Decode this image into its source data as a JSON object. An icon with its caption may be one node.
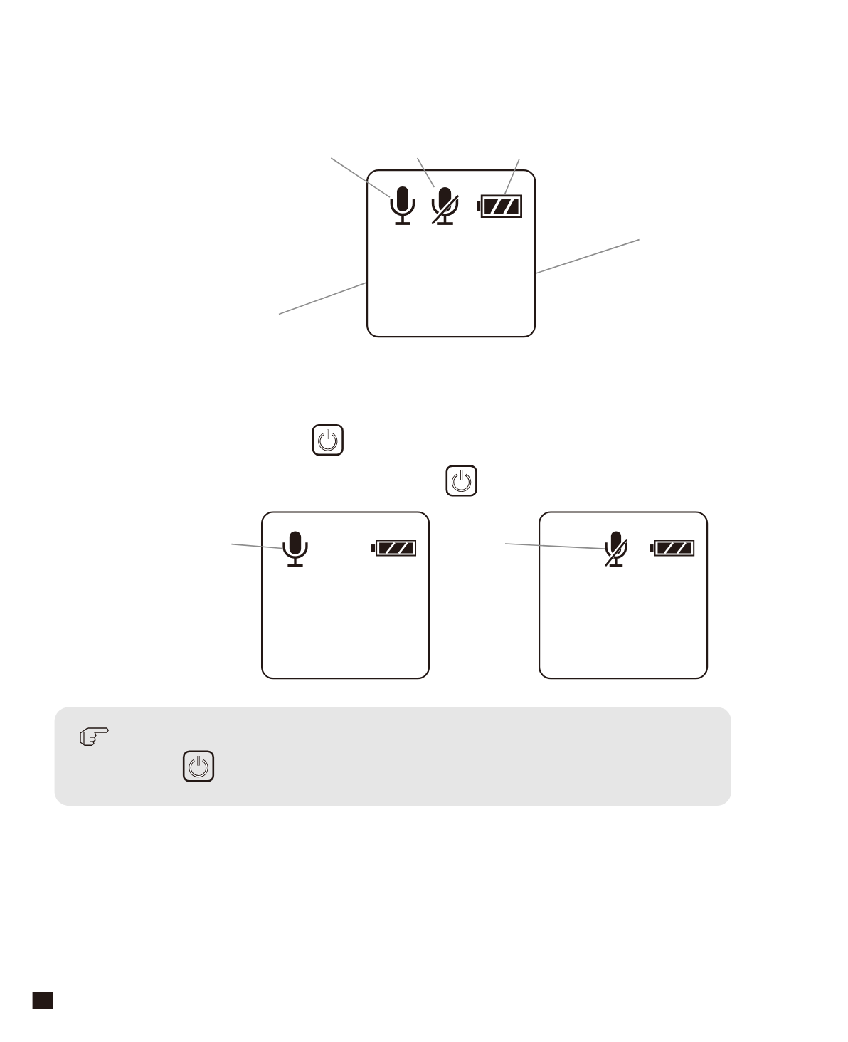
{
  "diagram": {
    "nodes": [
      {
        "text": [],
        "shape": "box"
      },
      {
        "text": [],
        "shape": "picture",
        "in": 0
      },
      {
        "text": [],
        "shape": "picture",
        "in": 0
      },
      {
        "text": [],
        "shape": "picture",
        "in": 0
      },
      {
        "text": [],
        "shape": "box"
      },
      {
        "text": [],
        "shape": "picture",
        "in": 4
      },
      {
        "text": [],
        "shape": "picture",
        "in": 4
      },
      {
        "text": [],
        "shape": "box"
      },
      {
        "text": [],
        "shape": "picture",
        "in": 7
      },
      {
        "text": [],
        "shape": "picture",
        "in": 7
      }
    ],
    "edges": [
      {
        "from": null,
        "to": 1,
        "arrow": "none"
      },
      {
        "from": null,
        "to": 2,
        "arrow": "none"
      },
      {
        "from": null,
        "to": 3,
        "arrow": "none"
      },
      {
        "from": null,
        "to": 0,
        "arrow": "none"
      },
      {
        "from": null,
        "to": 0,
        "arrow": "none"
      },
      {
        "from": null,
        "to": 5,
        "arrow": "none"
      },
      {
        "from": null,
        "to": 8,
        "arrow": "none"
      }
    ]
  }
}
